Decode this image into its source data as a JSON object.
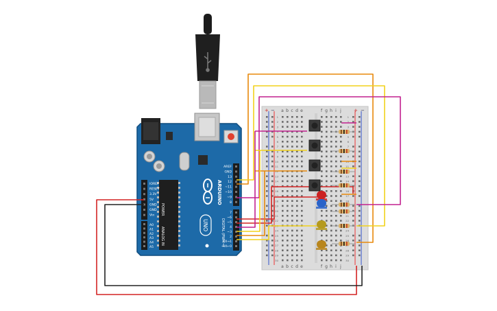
{
  "board": {
    "brand": "ARDUINO",
    "model": "UNO",
    "power_label": "POWER",
    "analog_label": "ANALOG IN",
    "digital_label": "DIGITAL (PWM~)",
    "power_pins": [
      "IOREF",
      "RESET",
      "3.3V",
      "5V",
      "GND",
      "GND",
      "Vin"
    ],
    "analog_pins": [
      "A0",
      "A1",
      "A2",
      "A3",
      "A4",
      "A5"
    ],
    "digital_pins_top": [
      "AREF",
      "GND",
      "13",
      "12",
      "~11",
      "~10",
      "~9",
      "8"
    ],
    "digital_pins_bottom": [
      "7",
      "~6",
      "~5",
      "4",
      "~3",
      "2",
      "TX→1",
      "RX←0"
    ],
    "colors": {
      "pcb": "#1d6aa8",
      "pcb_edge": "#0f4c7f",
      "header": "#1b1b1b"
    }
  },
  "breadboard": {
    "column_letters_left": [
      "a",
      "b",
      "c",
      "d",
      "e"
    ],
    "column_letters_right": [
      "f",
      "g",
      "h",
      "i",
      "j"
    ],
    "rail_plus": "+",
    "rail_minus": "−",
    "row_numbers": [
      "1",
      "2",
      "3",
      "4",
      "5",
      "6",
      "7",
      "8",
      "9",
      "10",
      "11",
      "12",
      "13",
      "14",
      "15",
      "16",
      "17",
      "18",
      "19",
      "20",
      "21",
      "22",
      "23",
      "24",
      "25",
      "26",
      "27",
      "28",
      "29",
      "30"
    ]
  },
  "components": {
    "buttons": 4,
    "leds": [
      {
        "name": "red-led",
        "color": "#cc2222"
      },
      {
        "name": "blue-led",
        "color": "#2a63c9"
      },
      {
        "name": "yellow-led",
        "color": "#b59a1e"
      },
      {
        "name": "orange-led",
        "color": "#b8861d"
      }
    ],
    "resistors": 8
  },
  "wire_colors": {
    "orange": "#e8890c",
    "yellow": "#f2d21b",
    "magenta": "#c2218f",
    "red": "#d42424",
    "black": "#222222"
  },
  "usb_cable": {
    "icon": "usb-icon"
  }
}
